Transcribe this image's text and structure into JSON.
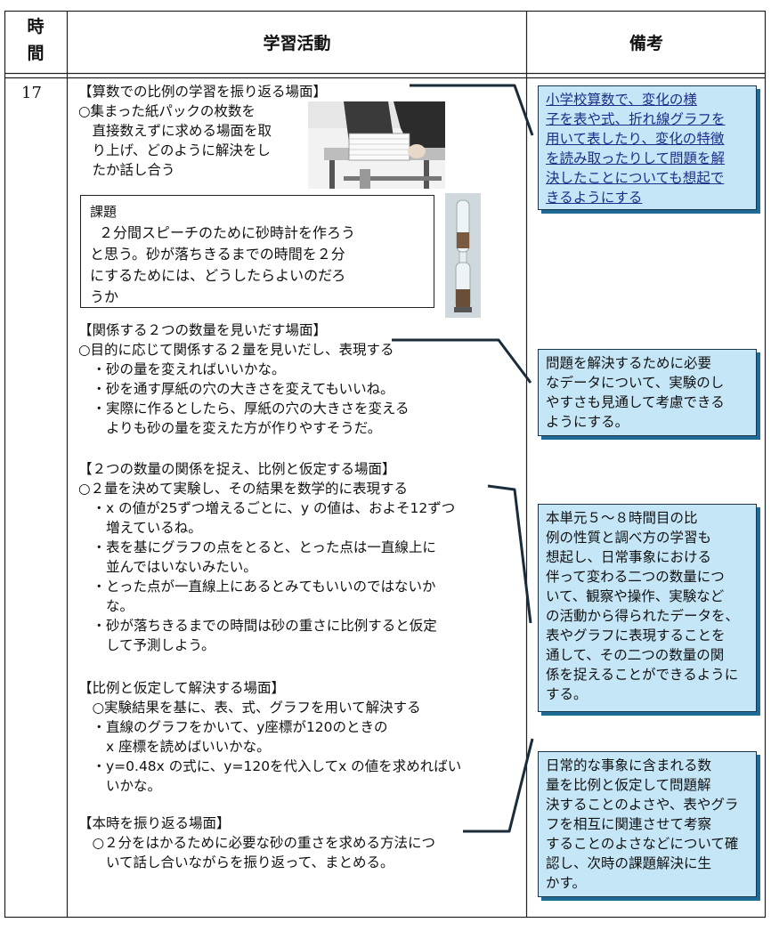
{
  "header": {
    "time": [
      "時",
      "間"
    ],
    "activity": "学習活動",
    "remarks": "備考"
  },
  "period": "17",
  "sections": [
    {
      "title": "【算数での比例の学習を振り返る場面】",
      "lines": [
        "○集まった紙パックの枚数を",
        "　直接数えずに求める場面を取",
        "　り上げ、どのように解決をし",
        "　たか話し合う"
      ]
    },
    {
      "title": "【関係する２つの数量を見いだす場面】",
      "lines": [
        "○目的に応じて関係する２量を見いだし、表現する",
        "　・砂の量を変えればいいかな。",
        "　・砂を通す厚紙の穴の大きさを変えてもいいね。",
        "　・実際に作るとしたら、厚紙の穴の大きさを変える",
        "　　よりも砂の量を変えた方が作りやすそうだ。"
      ]
    },
    {
      "title": "【２つの数量の関係を捉え、比例と仮定する場面】",
      "lines": [
        "○２量を決めて実験し、その結果を数学的に表現する",
        "　・x の値が25ずつ増えるごとに、y の値は、およそ12ずつ",
        "　　増えているね。",
        "　・表を基にグラフの点をとると、とった点は一直線上に",
        "　　並んではいないみたい。",
        "　・とった点が一直線上にあるとみてもいいのではないか",
        "　　な。",
        "　・砂が落ちきるまでの時間は砂の重さに比例すると仮定",
        "　　して予測しよう。"
      ]
    },
    {
      "title": "【比例と仮定して解決する場面】",
      "lines": [
        "　○実験結果を基に、表、式、グラフを用いて解決する",
        "　・直線のグラフをかいて、y座標が120のときの",
        "　　x 座標を読めばいいかな。",
        "　・y=0.48x の式に、y=120を代入してx の値を求めればい",
        "　　いかな。"
      ]
    },
    {
      "title": "【本時を振り返る場面】",
      "lines": [
        "　○２分をはかるために必要な砂の重さを求める方法につ",
        "　　いて話し合いながらを振り返って、まとめる。"
      ]
    }
  ],
  "task": {
    "label": "課題",
    "lines": [
      "２分間スピーチのために砂時計を作ろう",
      "と思う。砂が落ちきるまでの時間を２分",
      "にするためには、どうしたらよいのだろ",
      "うか"
    ]
  },
  "notes": [
    {
      "lines": [
        "小学校算数で、変化の様",
        "子を表や式、折れ線グラフを",
        "用いて表したり、変化の特徴",
        "を読み取ったりして問題を解",
        "決したことについても想起で",
        "きるようにする"
      ]
    },
    {
      "lines": [
        "問題を解決するために必要",
        "なデータについて、実験のし",
        "やすさも見通して考慮できる",
        "ようにする。"
      ]
    },
    {
      "lines": [
        "本単元５～８時間目の比",
        "例の性質と調べ方の学習も",
        "想起し、日常事象における",
        "伴って変わる二つの数量につ",
        "いて、観察や操作、実験など",
        "の活動から得られたデータを、",
        "表やグラフに表現することを",
        "通して、その二つの数量の関",
        "係を捉えることができるように",
        "する。"
      ]
    },
    {
      "lines": [
        "日常的な事象に含まれる数",
        "量を比例と仮定して問題解",
        "決することのよさや、表やグラ",
        "フを相互に関連させて考察",
        "することのよさなどについて確",
        "認し、次時の課題解決に生",
        "かす。"
      ]
    }
  ],
  "icons": {
    "photo1": "student-stacking-paper-packs-photo",
    "photo2": "hourglass-photo"
  }
}
